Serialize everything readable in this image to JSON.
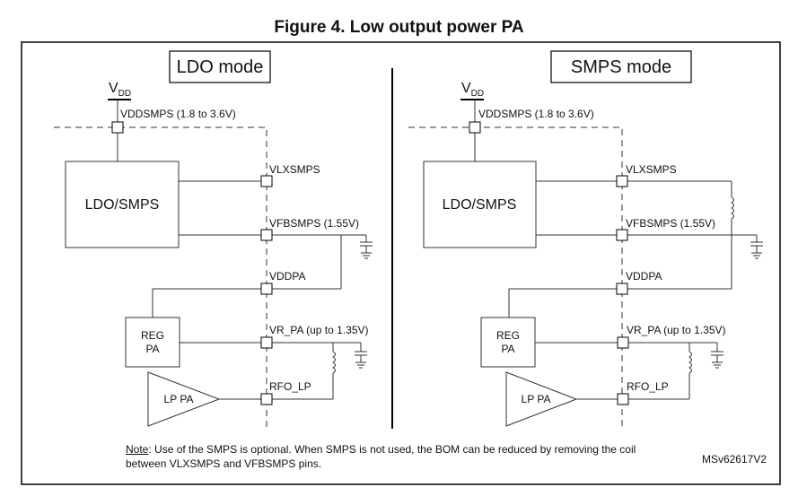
{
  "figure": {
    "title": "Figure 4. Low output power PA",
    "reference_id": "MSv62617V2",
    "note_label": "Note",
    "note_line1": ": Use of the SMPS is optional. When SMPS is not used, the BOM can be reduced by removing the coil",
    "note_line2": "between VLXSMPS and VFBSMPS pins."
  },
  "panels": [
    {
      "mode_label": "LDO mode",
      "supply_main": "V",
      "supply_sub": "DD",
      "pin_vddsmps": "VDDSMPS (1.8 to 3.6V)",
      "block_regulator": "LDO/SMPS",
      "pin_vlxsmps": "VLXSMPS",
      "pin_vfbsmps": "VFBSMPS (1.55V)",
      "pin_vddpa": "VDDPA",
      "block_reg_line1": "REG",
      "block_reg_line2": "PA",
      "pin_vr_pa": "VR_PA (up to 1.35V)",
      "block_amp": "LP PA",
      "pin_rfo_lp": "RFO_LP"
    },
    {
      "mode_label": "SMPS mode",
      "supply_main": "V",
      "supply_sub": "DD",
      "pin_vddsmps": "VDDSMPS (1.8 to 3.6V)",
      "block_regulator": "LDO/SMPS",
      "pin_vlxsmps": "VLXSMPS",
      "pin_vfbsmps": "VFBSMPS (1.55V)",
      "pin_vddpa": "VDDPA",
      "block_reg_line1": "REG",
      "block_reg_line2": "PA",
      "pin_vr_pa": "VR_PA (up to 1.35V)",
      "block_amp": "LP PA",
      "pin_rfo_lp": "RFO_LP"
    }
  ]
}
